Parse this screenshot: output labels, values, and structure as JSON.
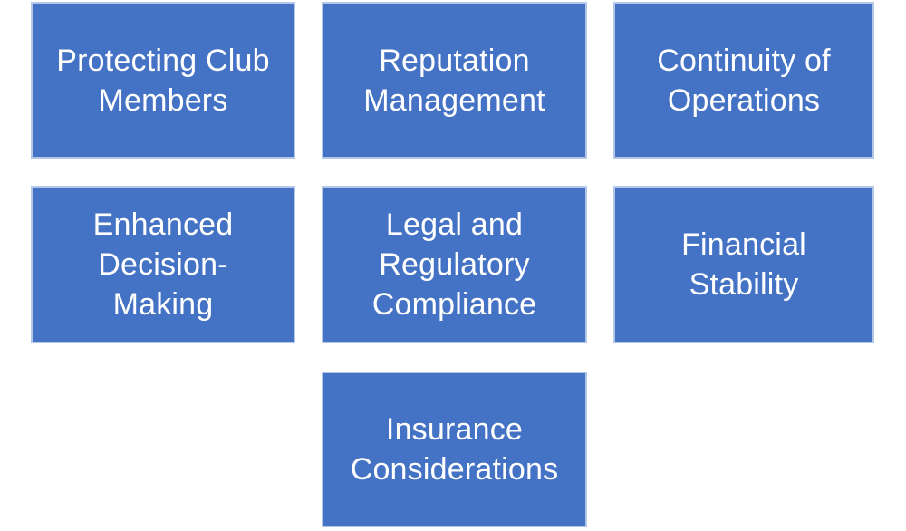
{
  "colors": {
    "box_fill": "#4472C4",
    "box_border": "#B4C7E7",
    "box_text": "#FFFFFF",
    "background": "#FFFFFF"
  },
  "diagram": {
    "type": "grid-of-labeled-boxes",
    "rows": [
      3,
      3,
      1
    ]
  },
  "boxes": [
    {
      "label": "Protecting Club\nMembers"
    },
    {
      "label": "Reputation\nManagement"
    },
    {
      "label": "Continuity of\nOperations"
    },
    {
      "label": "Enhanced\nDecision-\nMaking"
    },
    {
      "label": "Legal and\nRegulatory\nCompliance"
    },
    {
      "label": "Financial\nStability"
    },
    {
      "label": "Insurance\nConsiderations"
    }
  ]
}
